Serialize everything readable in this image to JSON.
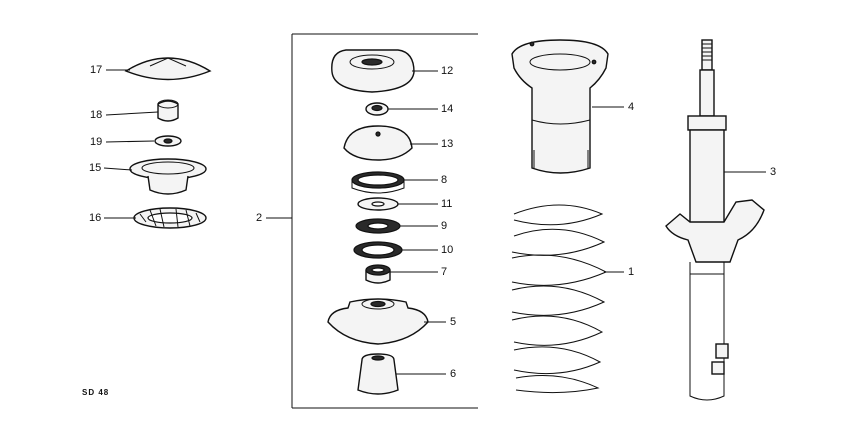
{
  "diagram": {
    "callouts": [
      {
        "id": "17",
        "text": "17"
      },
      {
        "id": "18",
        "text": "18"
      },
      {
        "id": "19",
        "text": "19"
      },
      {
        "id": "15",
        "text": "15"
      },
      {
        "id": "16",
        "text": "16"
      },
      {
        "id": "2",
        "text": "2"
      },
      {
        "id": "12",
        "text": "12"
      },
      {
        "id": "14",
        "text": "14"
      },
      {
        "id": "13",
        "text": "13"
      },
      {
        "id": "8",
        "text": "8"
      },
      {
        "id": "11",
        "text": "11"
      },
      {
        "id": "9",
        "text": "9"
      },
      {
        "id": "10",
        "text": "10"
      },
      {
        "id": "7",
        "text": "7"
      },
      {
        "id": "5",
        "text": "5"
      },
      {
        "id": "6",
        "text": "6"
      },
      {
        "id": "4",
        "text": "4"
      },
      {
        "id": "1",
        "text": "1"
      },
      {
        "id": "3",
        "text": "3"
      }
    ],
    "drawing_code": "SD 48"
  }
}
